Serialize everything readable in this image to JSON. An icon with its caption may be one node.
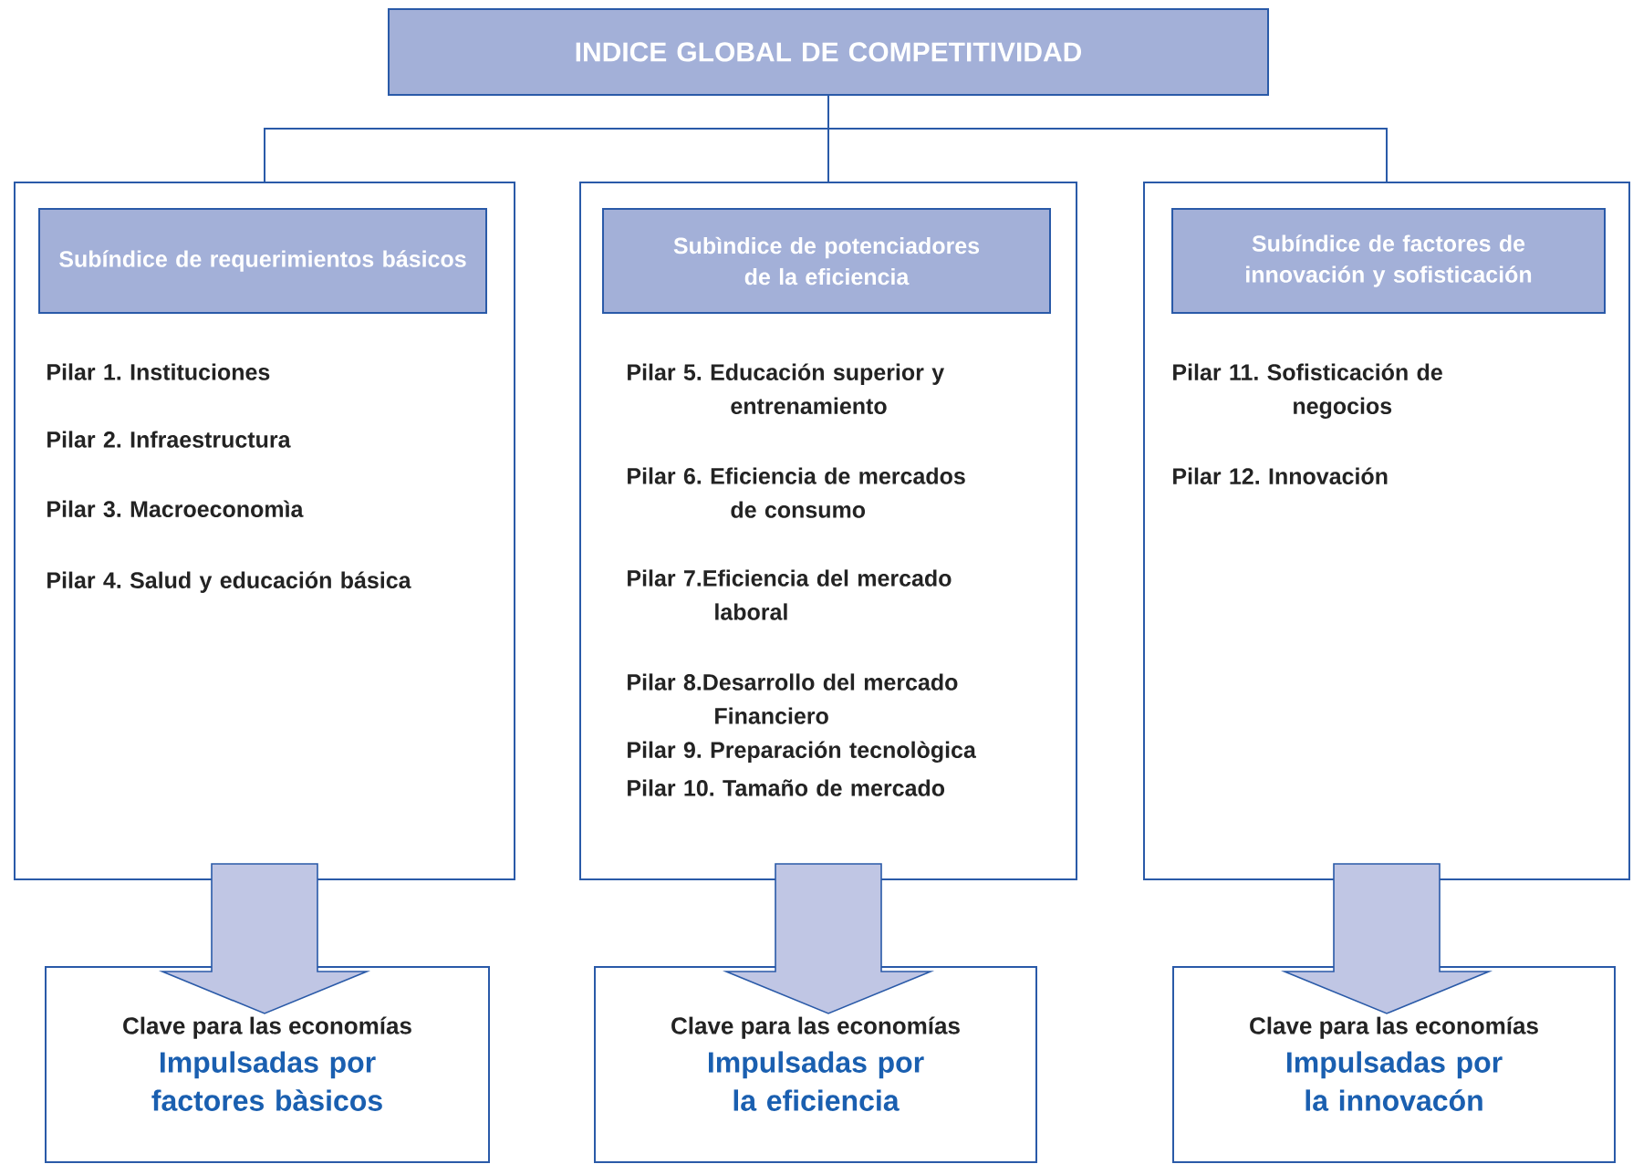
{
  "diagram": {
    "nodes": [
      {
        "text": [
          "INDICE GLOBAL DE COMPETITIVIDAD"
        ]
      },
      {
        "text": [
          "Pilar 1. Instituciones",
          "Pilar 2. Infraestructura",
          "Pilar 3. Macroeconomìa",
          "Pilar 4. Salud y educación básica"
        ]
      },
      {
        "text": [
          "Subíndice de requerimientos básicos"
        ],
        "in": 1
      },
      {
        "text": [
          "Pilar 5. Educación superior y entrenamiento",
          "Pilar 6. Eficiencia de mercados de consumo",
          "Pilar 7.Eficiencia del mercado laboral",
          "Pilar 8.Desarrollo del mercado Financiero",
          "Pilar 9. Preparación tecnològica",
          "Pilar 10. Tamaño de mercado"
        ]
      },
      {
        "text": [
          "Subìndice de potenciadores de la eficiencia"
        ],
        "in": 3
      },
      {
        "text": [
          "Pilar 11. Sofisticación de negocios",
          "Pilar 12. Innovación"
        ]
      },
      {
        "text": [
          "Subíndice de factores de innovación y sofisticación"
        ],
        "in": 5
      },
      {
        "text": [
          "Clave para las economías",
          "Impulsadas por factores bàsicos"
        ]
      },
      {
        "text": [
          "Clave para las economías",
          "Impulsadas por la eficiencia"
        ]
      },
      {
        "text": [
          "Clave para las economías",
          "Impulsadas por la innovacón"
        ]
      }
    ],
    "edges": [
      {
        "from": 0,
        "to": 1,
        "arrow": "none"
      },
      {
        "from": 0,
        "to": 3,
        "arrow": "none"
      },
      {
        "from": 0,
        "to": 5,
        "arrow": "none"
      },
      {
        "from": 1,
        "to": 7,
        "arrow": "to"
      },
      {
        "from": 3,
        "to": 8,
        "arrow": "to"
      },
      {
        "from": 5,
        "to": 9,
        "arrow": "to"
      }
    ]
  }
}
